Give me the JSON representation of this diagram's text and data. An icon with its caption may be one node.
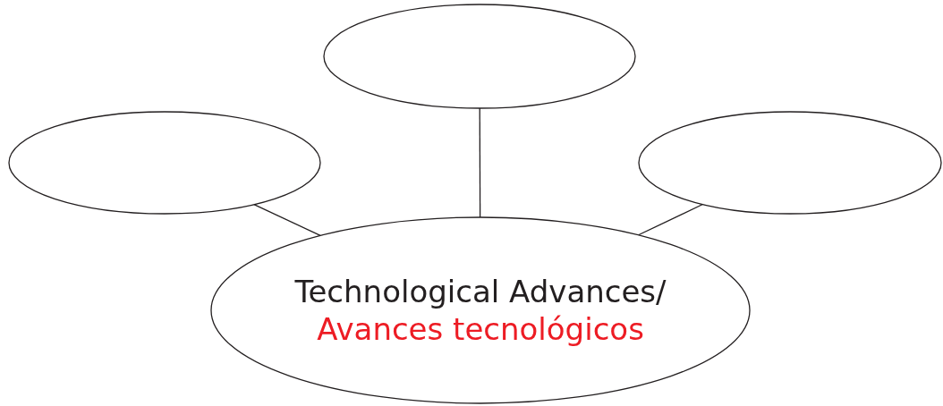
{
  "diagram": {
    "nodes": [
      {
        "text": [],
        "shape": "ellipse"
      },
      {
        "text": [],
        "shape": "ellipse"
      },
      {
        "text": [],
        "shape": "ellipse"
      },
      {
        "text": [
          "Technological Advances/",
          "Avances tecnológicos"
        ]
      }
    ],
    "edges": [
      {
        "from": 3,
        "to": 0,
        "arrow": "none"
      },
      {
        "from": 3,
        "to": 1,
        "arrow": "none"
      },
      {
        "from": 3,
        "to": 2,
        "arrow": "none"
      }
    ]
  }
}
